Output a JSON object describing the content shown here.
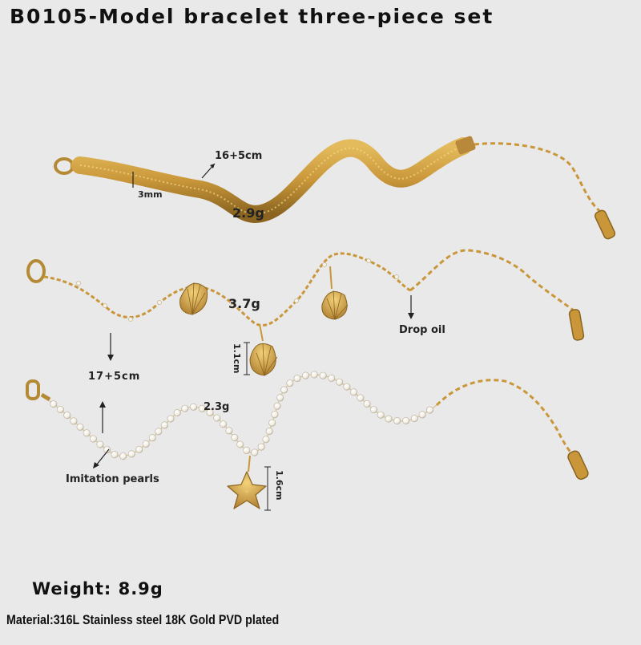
{
  "title": "B0105-Model bracelet three-piece set",
  "bracelets": [
    {
      "weight": "2.9g",
      "length": "16+5cm",
      "width": "3mm"
    },
    {
      "weight": "3.7g",
      "length": "17+5cm",
      "charm_size": "1.1cm",
      "note": "Drop oil"
    },
    {
      "weight": "2.3g",
      "charm_size": "1.6cm",
      "note": "Imitation pearls"
    }
  ],
  "total_weight": "Weight: 8.9g",
  "material": "Material:316L Stainless steel 18K Gold PVD plated",
  "colors": {
    "gold": "#c9973a",
    "gold_dark": "#8a6420",
    "pearl": "#f6f3ec",
    "background": "#e9e9e9"
  }
}
